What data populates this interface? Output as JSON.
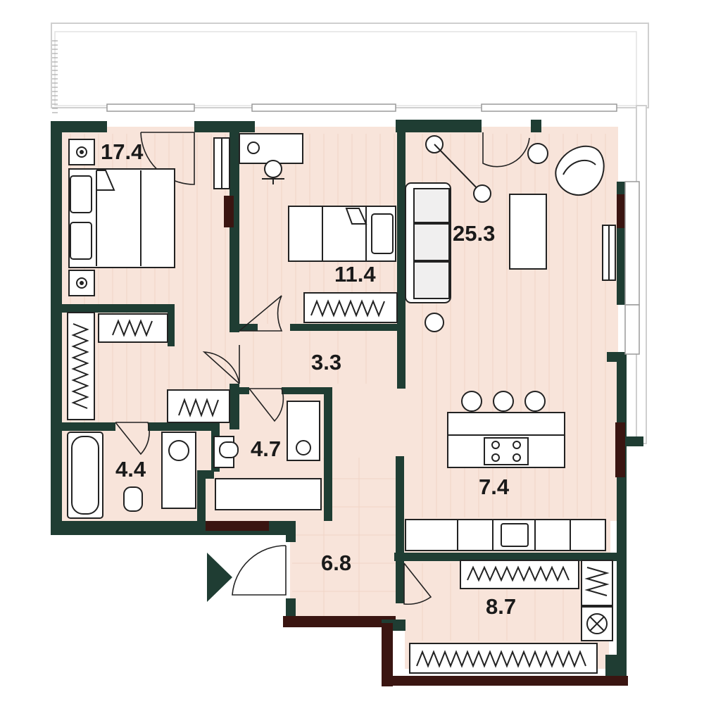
{
  "rooms": [
    {
      "id": "bedroom-master",
      "area": "17.4"
    },
    {
      "id": "bedroom-second",
      "area": "11.4"
    },
    {
      "id": "living-room",
      "area": "25.3"
    },
    {
      "id": "corridor",
      "area": "3.3"
    },
    {
      "id": "bathroom-small",
      "area": "4.7"
    },
    {
      "id": "bathroom-main",
      "area": "4.4"
    },
    {
      "id": "kitchen",
      "area": "7.4"
    },
    {
      "id": "hallway",
      "area": "6.8"
    },
    {
      "id": "wardrobe-room",
      "area": "8.7"
    }
  ],
  "colors": {
    "wall": "#1f3d33",
    "wall_accent": "#3a1511",
    "floor": "#f8e4da",
    "entrance_marker": "#1f3d33"
  },
  "icons": [
    "entrance-arrow-icon"
  ]
}
